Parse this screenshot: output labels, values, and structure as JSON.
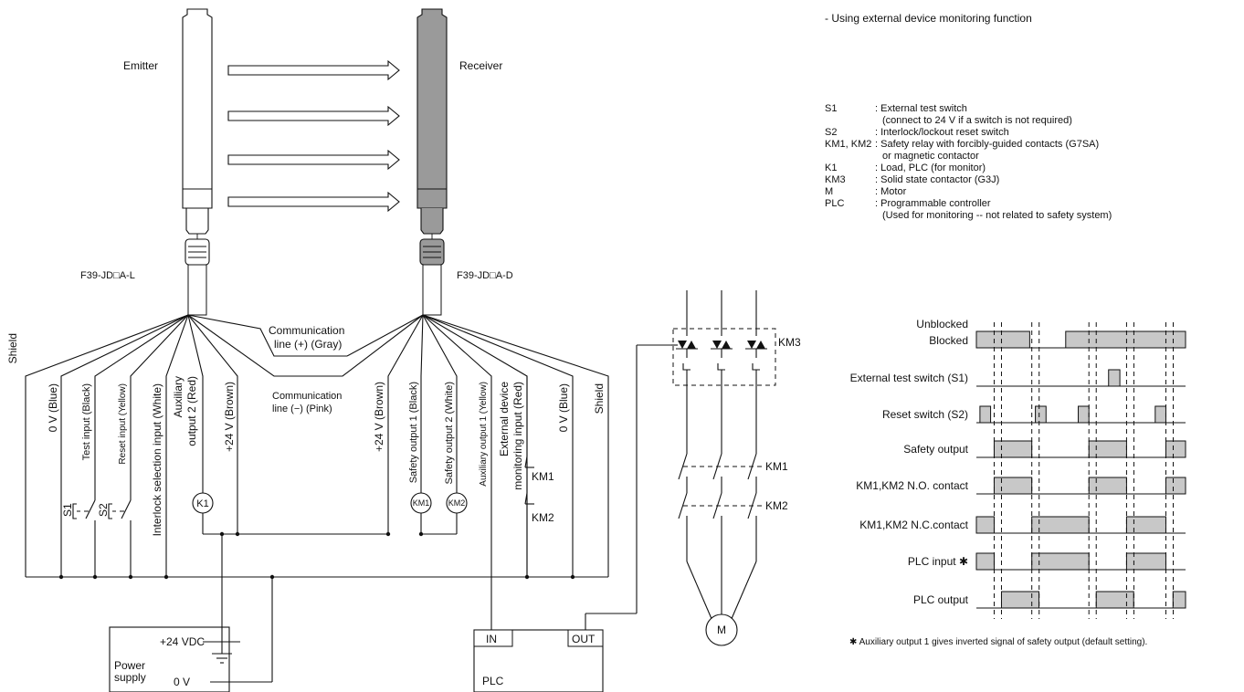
{
  "title": "- Using external device monitoring function",
  "emitter_label": "Emitter",
  "receiver_label": "Receiver",
  "emitter_cable": "F39-JD□A-L",
  "receiver_cable": "F39-JD□A-D",
  "legend": [
    {
      "key": "S1",
      "desc": ": External test switch"
    },
    {
      "key": "",
      "desc": "(connect to 24 V if a switch is not required)"
    },
    {
      "key": "S2",
      "desc": ": Interlock/lockout reset switch"
    },
    {
      "key": "KM1, KM2",
      "desc": ": Safety relay with forcibly-guided contacts (G7SA)"
    },
    {
      "key": "",
      "desc": "or magnetic contactor"
    },
    {
      "key": "K1",
      "desc": ": Load, PLC (for monitor)"
    },
    {
      "key": "KM3",
      "desc": ": Solid state contactor (G3J)"
    },
    {
      "key": "M",
      "desc": ": Motor"
    },
    {
      "key": "PLC",
      "desc": ": Programmable controller"
    },
    {
      "key": "",
      "desc": "(Used for monitoring -- not related to safety  system)"
    }
  ],
  "wires": {
    "shield_left": "Shield",
    "ov_blue_left": "0 V (Blue)",
    "test_input": "Test input (Black)",
    "reset_input": "Reset input (Yellow)",
    "interlock_input": "Interlock selection input (White)",
    "aux2_line1": "Auxiliary",
    "aux2_line2": "output 2 (Red)",
    "p24_left": "+24 V (Brown)",
    "comm_plus_1": "Communication",
    "comm_plus_2": "line (+) (Gray)",
    "comm_minus_1": "Communication",
    "comm_minus_2": "line (−) (Pink)",
    "p24_right": "+24 V (Brown)",
    "safety1": "Safety output 1 (Black)",
    "safety2": "Safety output 2 (White)",
    "aux1": "Auxiliary output 1  (Yellow)",
    "edm_1": "External device",
    "edm_2": "monitoring input (Red)",
    "ov_blue_right": "0 V (Blue)",
    "shield_right": "Shield"
  },
  "components": {
    "s1": "S1",
    "s2": "S2",
    "k1": "K1",
    "km1_coil": "KM1",
    "km2_coil": "KM2",
    "km1_contact": "KM1",
    "km2_contact": "KM2",
    "km3": "KM3",
    "km1_main": "KM1",
    "km2_main": "KM2",
    "motor": "M",
    "power_24vdc": "+24 VDC",
    "power_supply_1": "Power",
    "power_supply_2": "supply",
    "power_0v": "0 V",
    "plc_in": "IN",
    "plc_out": "OUT",
    "plc": "PLC"
  },
  "timing": {
    "rows": [
      {
        "label": "Unblocked",
        "label2": "Blocked",
        "pulses": [
          [
            0,
            0.255
          ],
          [
            0.427,
            1.0
          ]
        ]
      },
      {
        "label": "External test switch (S1)",
        "pulses": [
          [
            0.632,
            0.686
          ]
        ]
      },
      {
        "label": "Reset switch (S2)",
        "pulses": [
          [
            0.017,
            0.068
          ],
          [
            0.282,
            0.333
          ],
          [
            0.487,
            0.538
          ],
          [
            0.855,
            0.906
          ]
        ]
      },
      {
        "label": "Safety output",
        "pulses": [
          [
            0.085,
            0.265
          ],
          [
            0.538,
            0.718
          ],
          [
            0.906,
            1.0
          ]
        ]
      },
      {
        "label": "KM1,KM2 N.O. contact",
        "pulses": [
          [
            0.085,
            0.265
          ],
          [
            0.538,
            0.718
          ],
          [
            0.906,
            1.0
          ]
        ]
      },
      {
        "label": "KM1,KM2 N.C.contact",
        "pulses": [
          [
            0,
            0.085
          ],
          [
            0.265,
            0.538
          ],
          [
            0.718,
            0.906
          ]
        ]
      },
      {
        "label": "PLC input ✱",
        "pulses": [
          [
            0,
            0.085
          ],
          [
            0.265,
            0.538
          ],
          [
            0.718,
            0.906
          ]
        ]
      },
      {
        "label": "PLC output",
        "pulses": [
          [
            0.12,
            0.299
          ],
          [
            0.573,
            0.752
          ],
          [
            0.94,
            1.0
          ]
        ]
      }
    ],
    "dashed_markers": [
      0.085,
      0.265,
      0.538,
      0.718,
      0.906
    ],
    "footnote": "✱ Auxiliary output 1 gives inverted signal of safety output (default setting)."
  },
  "colors": {
    "housing_receiver": "#9a9a9a",
    "signal_fill": "#c8c8c8"
  }
}
